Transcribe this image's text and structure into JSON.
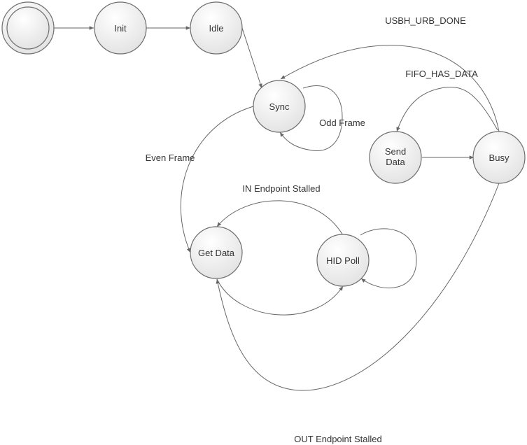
{
  "diagram": {
    "nodes": [
      {
        "id": "start",
        "label": "",
        "kind": "initial"
      },
      {
        "id": "init",
        "label": "Init"
      },
      {
        "id": "idle",
        "label": "Idle"
      },
      {
        "id": "sync",
        "label": "Sync"
      },
      {
        "id": "send_data",
        "label": "Send\nData"
      },
      {
        "id": "busy",
        "label": "Busy"
      },
      {
        "id": "get_data",
        "label": "Get Data"
      },
      {
        "id": "hid_poll",
        "label": "HID Poll"
      }
    ],
    "edges": [
      {
        "from": "start",
        "to": "init",
        "label": ""
      },
      {
        "from": "init",
        "to": "idle",
        "label": ""
      },
      {
        "from": "idle",
        "to": "sync",
        "label": ""
      },
      {
        "from": "busy",
        "to": "sync",
        "label": "USBH_URB_DONE"
      },
      {
        "from": "busy",
        "to": "send_data",
        "label": "FIFO_HAS_DATA"
      },
      {
        "from": "sync",
        "to": "sync",
        "label": "Odd Frame"
      },
      {
        "from": "send_data",
        "to": "busy",
        "label": ""
      },
      {
        "from": "sync",
        "to": "get_data",
        "label": "Even Frame"
      },
      {
        "from": "hid_poll",
        "to": "get_data",
        "label": "IN Endpoint Stalled"
      },
      {
        "from": "get_data",
        "to": "hid_poll",
        "label": ""
      },
      {
        "from": "hid_poll",
        "to": "hid_poll",
        "label": ""
      },
      {
        "from": "busy",
        "to": "get_data",
        "label": "OUT Endpoint Stalled"
      }
    ]
  }
}
